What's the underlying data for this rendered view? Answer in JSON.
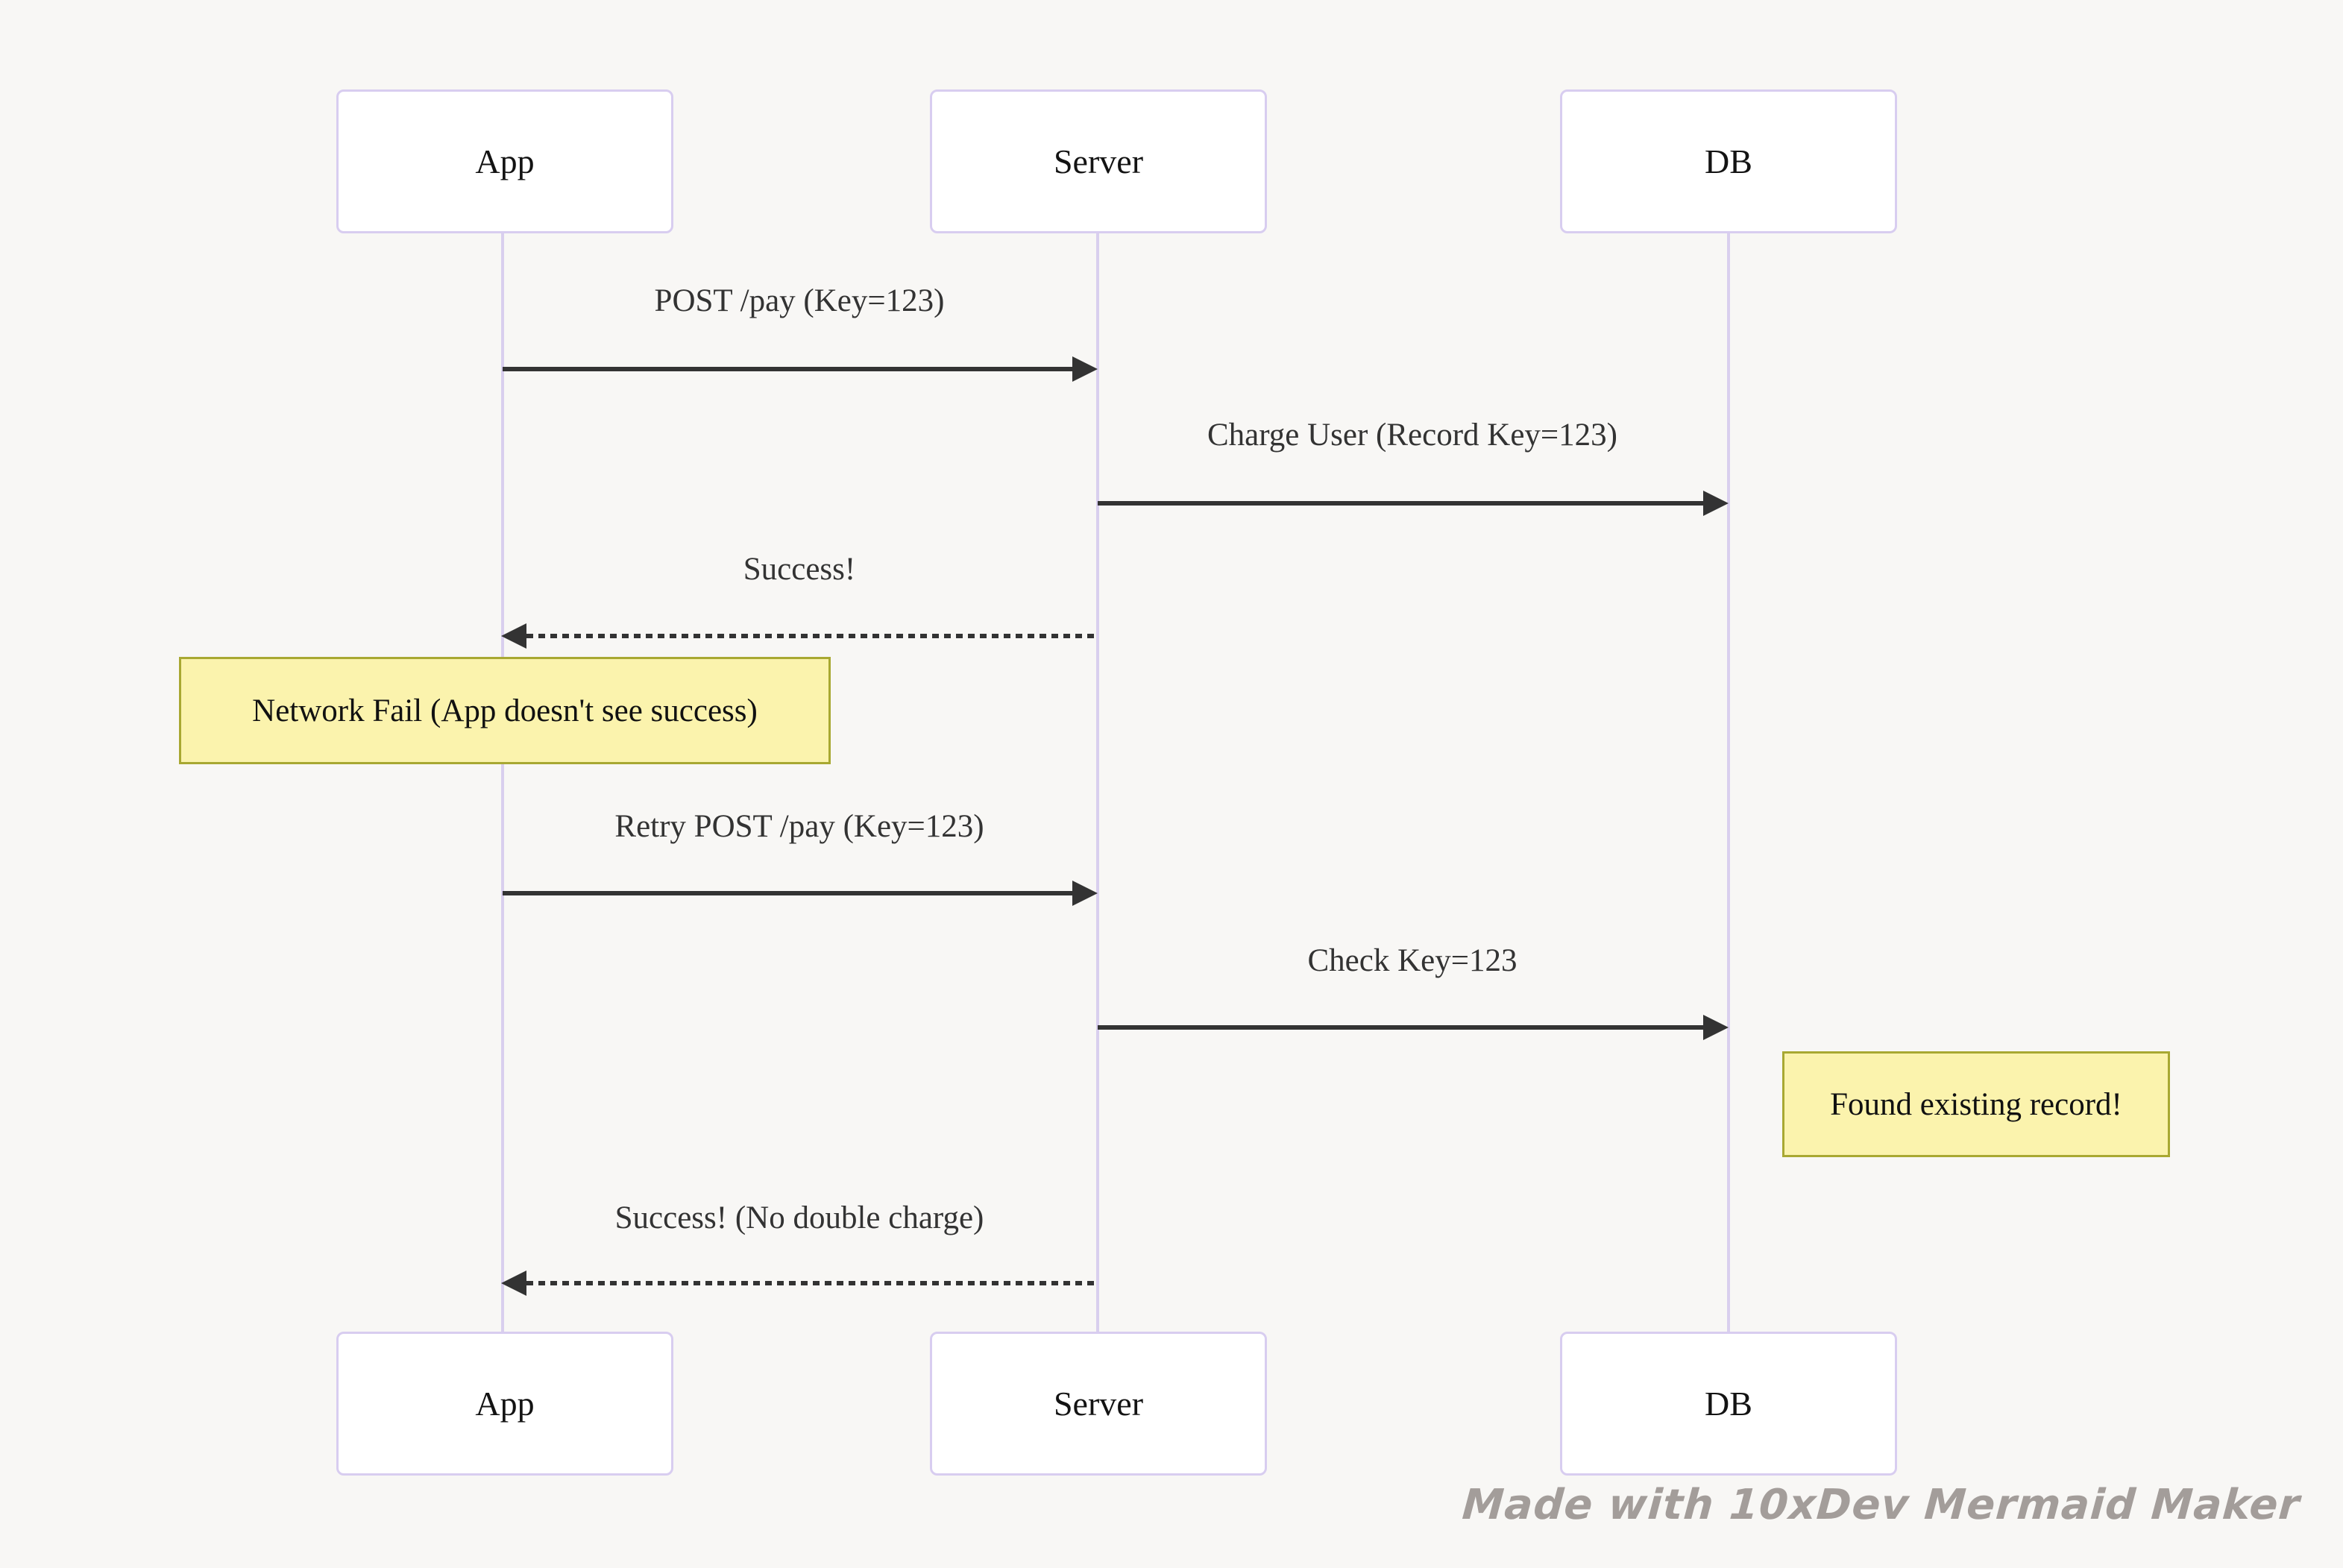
{
  "diagram": {
    "type": "sequence",
    "actors": [
      {
        "id": "app",
        "name": "App"
      },
      {
        "id": "server",
        "name": "Server"
      },
      {
        "id": "db",
        "name": "DB"
      }
    ],
    "messages": [
      {
        "from": "App",
        "to": "Server",
        "style": "solid",
        "label": "POST /pay (Key=123)"
      },
      {
        "from": "Server",
        "to": "DB",
        "style": "solid",
        "label": "Charge User (Record Key=123)"
      },
      {
        "from": "Server",
        "to": "App",
        "style": "dotted",
        "label": "Success!"
      },
      {
        "from": "App",
        "to": "Server",
        "style": "solid",
        "label": "Retry POST /pay (Key=123)"
      },
      {
        "from": "Server",
        "to": "DB",
        "style": "solid",
        "label": "Check Key=123"
      },
      {
        "from": "Server",
        "to": "App",
        "style": "dotted",
        "label": "Success! (No double charge)"
      }
    ],
    "notes": [
      {
        "over": "App",
        "label": "Network Fail (App doesn't see success)"
      },
      {
        "over": "DB",
        "label": "Found existing record!"
      }
    ]
  },
  "watermark": "Made with 10xDev Mermaid Maker",
  "colors": {
    "background": "#f8f7f5",
    "actor_fill": "#ffffff",
    "actor_border": "#d8cdf0",
    "lifeline": "#d9cfee",
    "arrow": "#333333",
    "message_text": "#333333",
    "note_fill": "#fbf3ad",
    "note_border": "#a8a832",
    "watermark_text": "#a39d9a"
  }
}
